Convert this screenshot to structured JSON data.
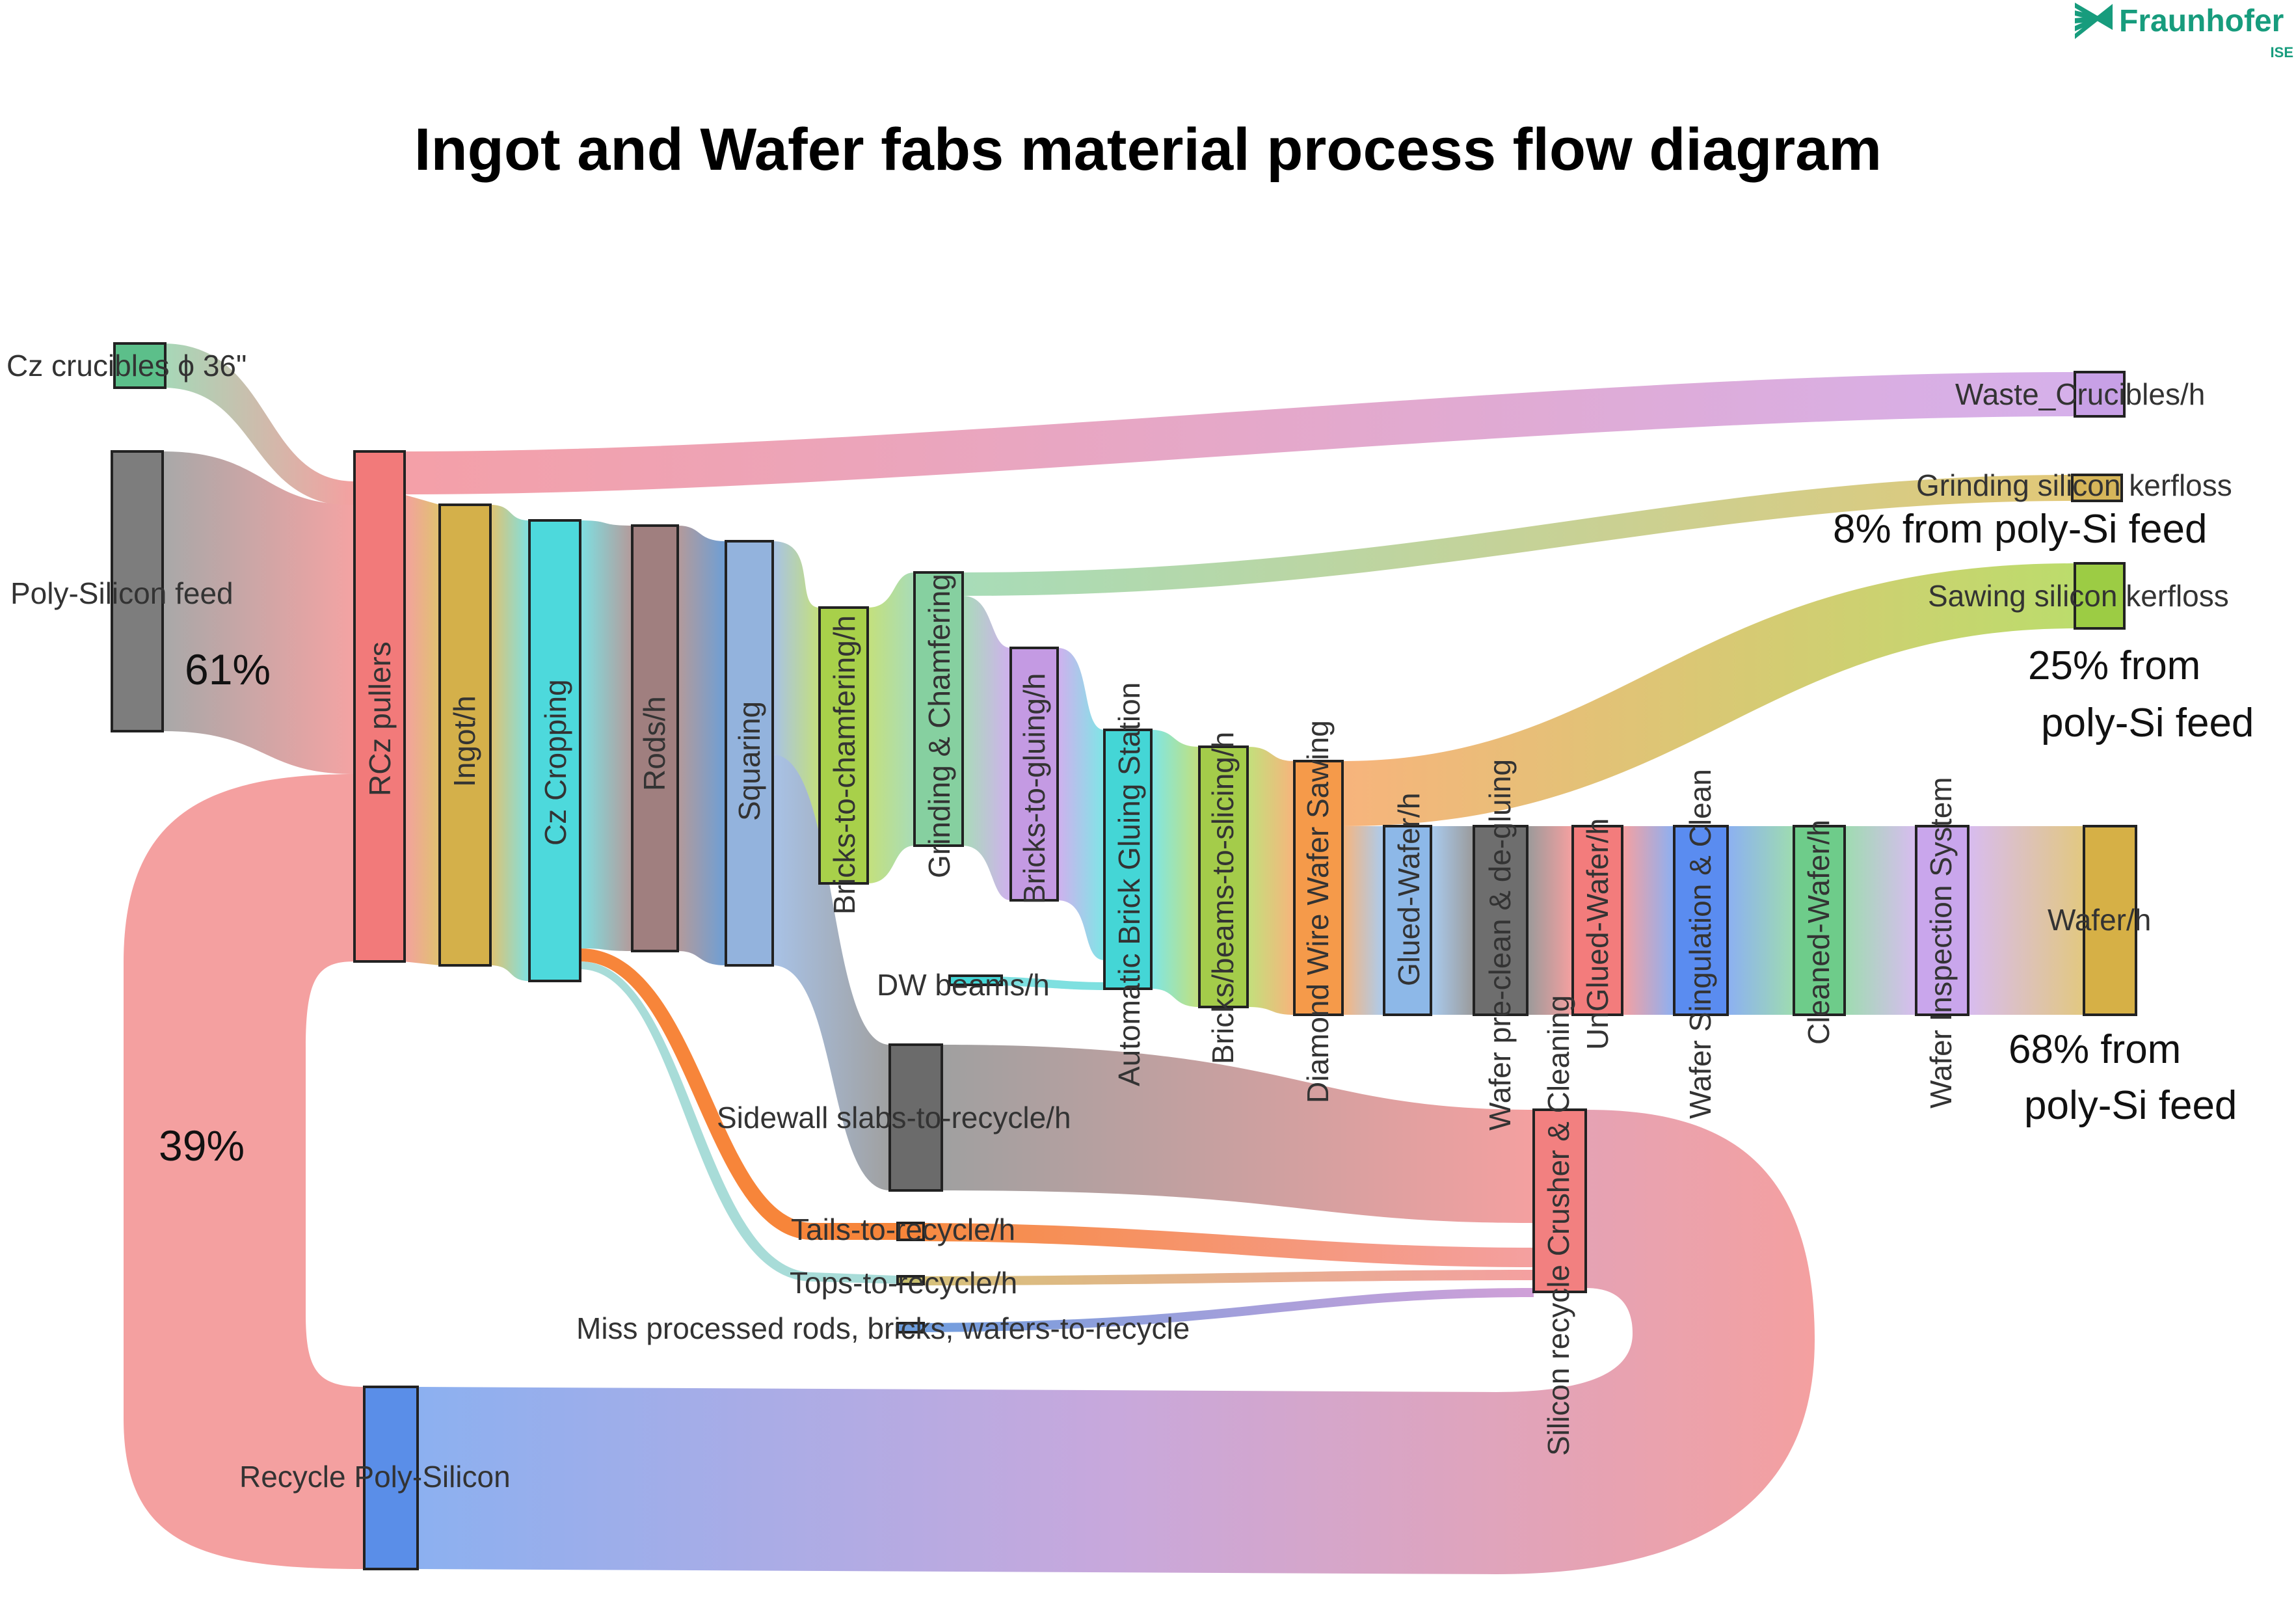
{
  "title": "Ingot and Wafer fabs material process flow diagram",
  "logo": {
    "name": "Fraunhofer",
    "sub": "ISE",
    "color": "#179c7d"
  },
  "nodes": {
    "cz_crucibles": "Cz crucibles ϕ 36\"",
    "poly_feed": "Poly-Silicon feed",
    "rcz": "RCz pullers",
    "ingot": "Ingot/h",
    "cz_cropping": "Cz Cropping",
    "rods": "Rods/h",
    "squaring": "Squaring",
    "bricks_chamfer": "Bricks-to-chamfering/h",
    "grinding": "Grinding & Chamfering",
    "bricks_gluing": "Bricks-to-gluing/h",
    "gluing_station": "Automatic Brick Gluing Station",
    "bricks_slicing": "Bricks/beams-to-slicing/h",
    "dw_sawing": "Diamond Wire Wafer Sawing",
    "glued_wafer": "Glued-Wafer/h",
    "preclean": "Wafer pre-clean & de-gluing",
    "unglued": "UnGlued-Wafer/h",
    "singulation": "Wafer Singulation & Clean",
    "cleaned": "Cleaned-Wafer/h",
    "inspection": "Wafer Inspection System",
    "wafer": "Wafer/h",
    "waste_crucibles": "Waste_Crucibles/h",
    "grinding_kerf": "Grinding silicon kerfloss",
    "sawing_kerf": "Sawing silicon kerfloss",
    "dw_beams": "DW beams/h",
    "sidewall": "Sidewall slabs-to-recycle/h",
    "tails": "Tails-to-recycle/h",
    "tops": "Tops-to-recycle/h",
    "miss": "Miss processed rods, bricks, wafers-to-recycle",
    "crusher": "Silicon recycle Crusher & Cleaning",
    "recycle_poly": "Recycle Poly-Silicon"
  },
  "annotations": {
    "feed_pct": "61%",
    "recycle_pct": "39%",
    "grinding_pct": "8% from poly-Si feed",
    "sawing_pct_1": "25% from",
    "sawing_pct_2": "poly-Si feed",
    "wafer_pct_1": "68% from",
    "wafer_pct_2": "poly-Si feed"
  },
  "colors": {
    "crucibles": "#5cbf8a",
    "poly_feed": "#7d7d7d",
    "rcz": "#f27a7a",
    "ingot": "#d4b04a",
    "cz_cropping": "#4dd9dc",
    "rods": "#a07f7f",
    "squaring": "#93b3dd",
    "bricks_chamfer": "#a8d04a",
    "grinding": "#86d0a0",
    "bricks_gluing": "#c49ae3",
    "gluing_station": "#44d6d6",
    "bricks_slicing": "#a4cc4a",
    "dw_sawing": "#f59a4a",
    "glued_wafer": "#8db8e8",
    "preclean": "#6e6e6e",
    "unglued": "#f37c7c",
    "singulation": "#5a8cf0",
    "cleaned": "#6ecc8a",
    "inspection": "#c9a6ec",
    "wafer": "#d6b046",
    "waste": "#c8a0e6",
    "kerf_grinding": "#d6b65a",
    "kerf_sawing": "#9ccc44",
    "sidewall": "#6b6b6b",
    "crusher": "#f28080",
    "recycle_poly": "#5a8ee8"
  }
}
